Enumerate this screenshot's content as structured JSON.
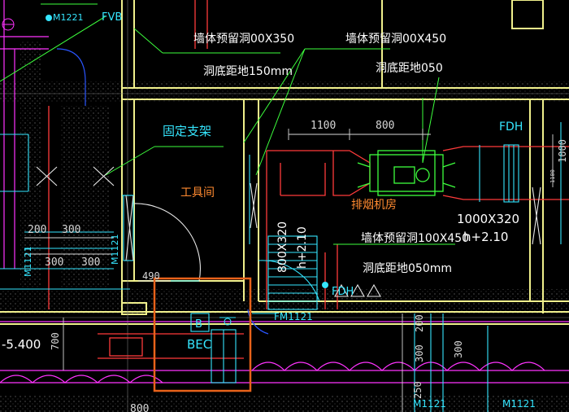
{
  "labels": {
    "wall_hole_a": "墙体预留洞00X350",
    "hole_bottom_a": "洞底距地150mm",
    "wall_hole_b": "墙体预留洞00X450",
    "hole_bottom_b": "洞底距地050",
    "fixed_support": "固定支架",
    "tool_room": "工具间",
    "fan_room": "排烟机房",
    "wall_hole_c": "墙体预留洞100X450",
    "hole_bottom_c": "洞底距地050mm",
    "duct_size_right": "1000X320",
    "duct_height_right": "h+2.10",
    "duct_size_mid": "800X320",
    "duct_height_mid": "h+2.10",
    "fdh": "FDH",
    "fdh_lower": "FDH",
    "fvb": "FVB",
    "m1221": "M1221",
    "m1121_left": "M1121",
    "fm1121": "FM1121",
    "m1121_bottom_a": "M1121",
    "m1121_bottom_b": "M1121",
    "bec": "BEC",
    "b_tag": "B",
    "level": "-5.400",
    "dim_1100": "1100",
    "dim_800": "800",
    "dim_200a": "200",
    "dim_300a": "300",
    "dim_300b": "300",
    "dim_300c": "300",
    "dim_490": "490",
    "dim_700": "700",
    "dim_800b": "800",
    "dim_200r": "200",
    "dim_300r": "300",
    "dim_300r2": "300",
    "dim_250r": "250",
    "dim_1000": "1000",
    "dim_1100v": "1100"
  },
  "colors": {
    "wall": "#f0f08c",
    "duct_red": "#ff3b3b",
    "cyan": "#35e6ff",
    "green": "#3dff3d",
    "magenta": "#ff33ff",
    "orange_highlight": "#e8621a",
    "blue": "#2a55ff"
  }
}
